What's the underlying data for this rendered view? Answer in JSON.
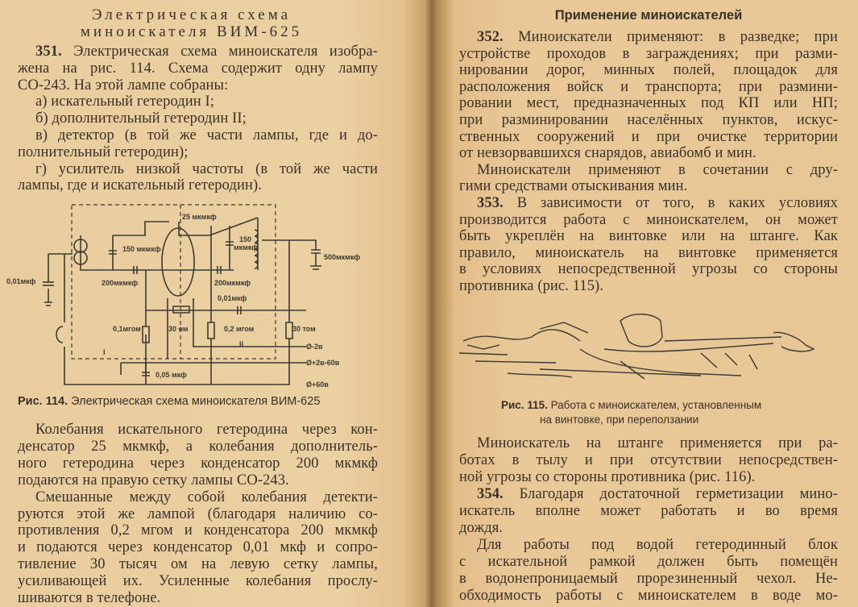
{
  "left_page": {
    "title_line1": "Электрическая схема",
    "title_line2": "миноискателя ВИМ-625",
    "paragraph_351": [
      "351. Электрическая схема миноискателя изобра-",
      "жена на рис. 114. Схема содержит одну лампу",
      "СО-243. На этой лампе собраны:",
      "а) искательный гетеродин I;",
      "б) дополнительный гетеродин II;",
      "в) детектор (в той же части лампы, где и до-",
      "полнительный гетеродин);",
      "г) усилитель низкой частоты (в той же части",
      "лампы, где и искательный гетеродин)."
    ],
    "figure_114": {
      "labels": {
        "c25": "25 мкмкф",
        "c150a": "150 мкмкф",
        "c150b_1": "150",
        "c150b_2": "мкмкф",
        "c500": "500мкмкф",
        "c001a": "0,01мкф",
        "c200a": "200мкмкф",
        "c200b": "200мкмкф",
        "c001b": "0,01мкф",
        "r01": "0,1мгом",
        "r30a": "30 ом",
        "r02": "0,2 мгом",
        "r30b": "30 том",
        "block1": "I",
        "block2": "II",
        "t1": "Ø-2в",
        "t2": "Ø+2в-60в",
        "t3": "Ø+60в",
        "c005": "0,05 мкф"
      },
      "caption": "Рис. 114. Электрическая схема миноискателя ВИМ-625"
    },
    "paragraph_body": [
      "Колебания искательного гетеродина через кон-",
      "денсатор 25 мкмкф, а колебания дополнитель-",
      "ного гетеродина через конденсатор 200 мкмкф",
      "подаются на правую сетку лампы СО-243.",
      "Смешанные между собой колебания детекти-",
      "руются этой же лампой (благодаря наличию со-",
      "противления 0,2 мгом и конденсатора 200 мкмкф",
      "и подаются через конденсатор 0,01 мкф и сопро-",
      "тивление 30 тысяч ом на левую сетку лампы,",
      "усиливающей их. Усиленные колебания прослу-",
      "шиваются в телефоне."
    ]
  },
  "right_page": {
    "heading": "Применение миноискателей",
    "paragraphs_top": [
      "352. Миноискатели применяют: в разведке; при",
      "устройстве проходов в заграждениях; при разми-",
      "нировании дорог, минных полей, площадок для",
      "расположения войск и транспорта; при размини-",
      "ровании мест, предназначенных под КП или НП;",
      "при разминировании населённых пунктов, искус-",
      "ственных сооружений и при очистке территории",
      "от невзорвавшихся снарядов, авиабомб и мин.",
      "Миноискатели применяют в сочетании с дру-",
      "гими средствами отыскивания мин.",
      "353. В зависимости от того, в каких условиях",
      "производится работа с миноискателем, он может",
      "быть укреплён на винтовке или на штанге. Как",
      "правило, миноискатель на винтовке применяется",
      "в условиях непосредственной угрозы со стороны",
      "противника (рис. 115)."
    ],
    "figure_115": {
      "caption_line1": "Рис. 115. Работа с миноискателем, установленным",
      "caption_line2": "на винтовке, при переползании"
    },
    "paragraphs_bottom": [
      "Миноискатель на штанге применяется при ра-",
      "ботах в тылу и при отсутствии непосредствен-",
      "ной угрозы со стороны противника (рис. 116).",
      "354. Благодаря достаточной герметизации мино-",
      "искатель вполне может работать и во время",
      "дождя.",
      "Для работы под водой гетеродинный блок",
      "с искательной рамкой должен быть помещён",
      "в водонепроницаемый прорезиненный чехол. Не-",
      "обходимость работы с миноискателем в воде мо-"
    ]
  }
}
